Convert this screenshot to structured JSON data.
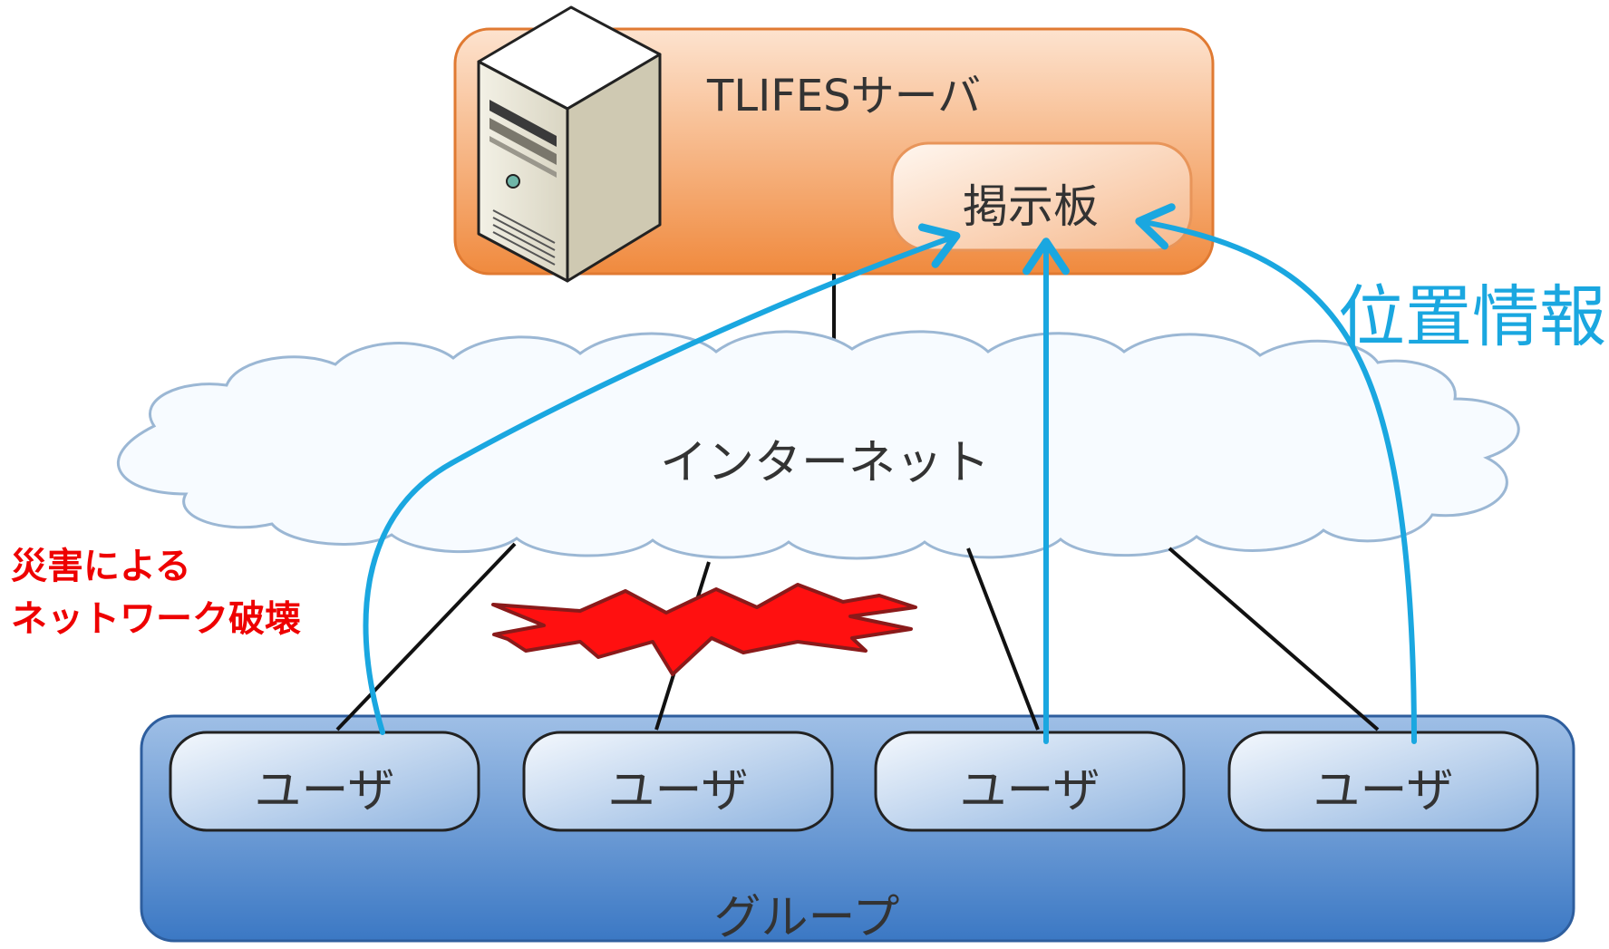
{
  "server": {
    "title": "TLIFESサーバ",
    "board_label": "掲示板",
    "icon": "server-tower-icon"
  },
  "internet": {
    "label": "インターネット"
  },
  "position_info": {
    "label": "位置情報"
  },
  "disaster": {
    "line1": "災害による",
    "line2": "ネットワーク破壊"
  },
  "users": [
    {
      "label": "ユーザ"
    },
    {
      "label": "ユーザ"
    },
    {
      "label": "ユーザ"
    },
    {
      "label": "ユーザ"
    }
  ],
  "group": {
    "label": "グループ"
  },
  "colors": {
    "server_box": "#f2a66e",
    "board_box": "#fde6d4",
    "cloud": "#f7fbff",
    "cloud_stroke": "#9bb7d4",
    "group_box": "#5b8fcf",
    "user_box": "#d6e5f6",
    "arrow": "#1aa7e0",
    "burst": "#ff1010",
    "text_accent": "#1aa7e0",
    "alert_text": "#ee0000"
  }
}
